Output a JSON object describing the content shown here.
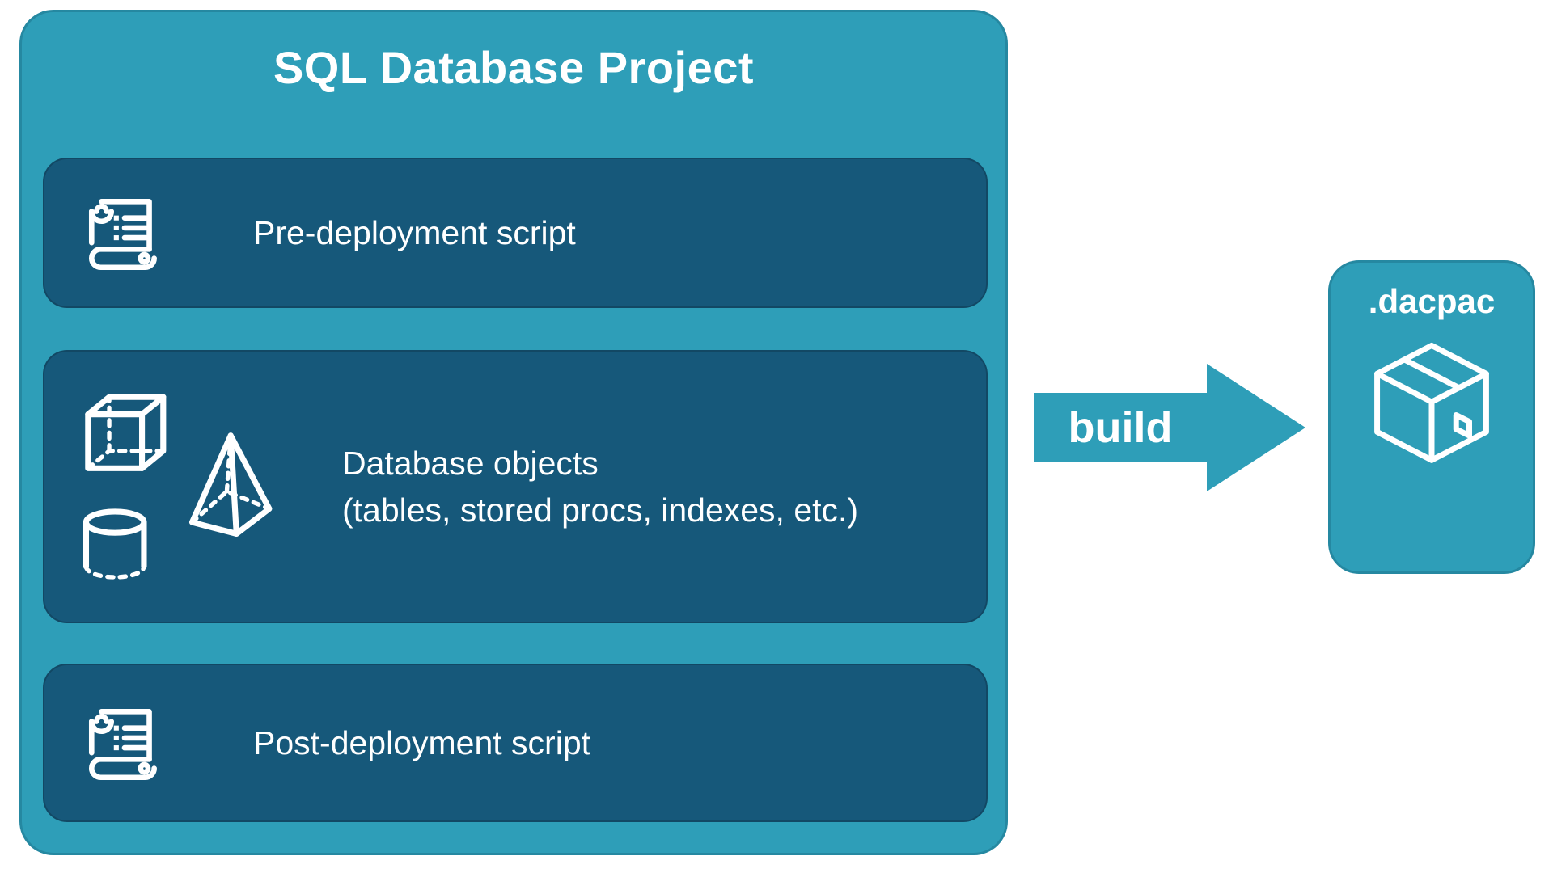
{
  "colors": {
    "background": "#ffffff",
    "outer": "#2E9EB8",
    "inner": "#16587A",
    "text": "#ffffff"
  },
  "project": {
    "title": "SQL Database Project",
    "boxes": [
      {
        "icon": "scroll-icon",
        "label": "Pre-deployment script"
      },
      {
        "icon": "database-objects-icons",
        "label_line1": "Database objects",
        "label_line2": "(tables, stored procs, indexes, etc.)"
      },
      {
        "icon": "scroll-icon",
        "label": "Post-deployment script"
      }
    ]
  },
  "arrow": {
    "label": "build"
  },
  "output": {
    "label": ".dacpac",
    "icon": "package-box-icon"
  }
}
